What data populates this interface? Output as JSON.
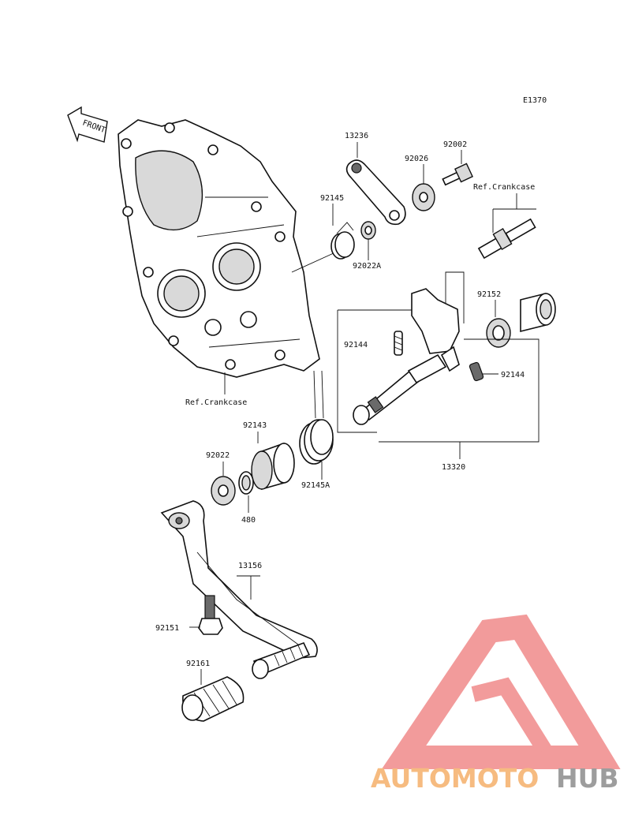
{
  "diagram": {
    "code": "E1370",
    "front_marker": "FRONT",
    "ref_crankcase_top": "Ref.Crankcase",
    "ref_crankcase_bottom": "Ref.Crankcase",
    "parts": {
      "p13236": "13236",
      "p92026": "92026",
      "p92002": "92002",
      "p92145": "92145",
      "p92022A": "92022A",
      "p92152": "92152",
      "p92144a": "92144",
      "p92144b": "92144",
      "p92143": "92143",
      "p92022": "92022",
      "p480": "480",
      "p92145A": "92145A",
      "p13320": "13320",
      "p13156": "13156",
      "p92151": "92151",
      "p92161": "92161"
    }
  },
  "watermark": {
    "brand_part1": "AUTOMOTO",
    "brand_part2": "HUB",
    "colors": {
      "orange": "#f5b06a",
      "pink": "#f08a8a",
      "grey": "#8c8c8c"
    }
  }
}
